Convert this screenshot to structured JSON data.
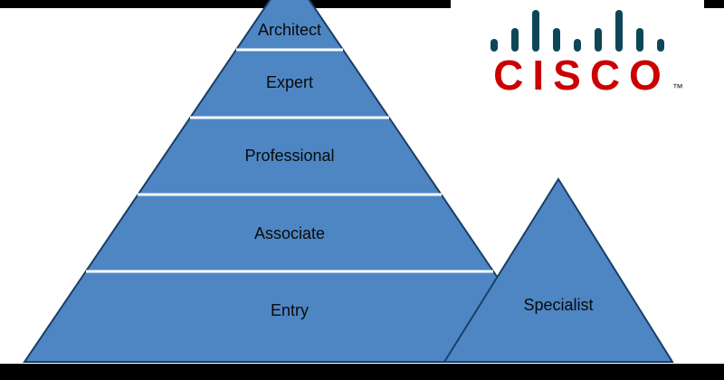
{
  "diagram": {
    "pyramid_levels": [
      "Architect",
      "Expert",
      "Professional",
      "Associate",
      "Entry"
    ],
    "side_triangle_label": "Specialist"
  },
  "logo": {
    "text": "CISCO",
    "trademark": "™",
    "icon": "cisco-bridge-bars-icon"
  },
  "colors": {
    "triangle_fill": "#4E86C4",
    "triangle_border": "#1A3E66",
    "divider_line": "#FFFFFF",
    "label_text": "#0A0A0A",
    "logo_text": "#CC0000",
    "logo_bars": "#0D4756",
    "letterbox": "#000000",
    "background": "#FFFFFF"
  }
}
